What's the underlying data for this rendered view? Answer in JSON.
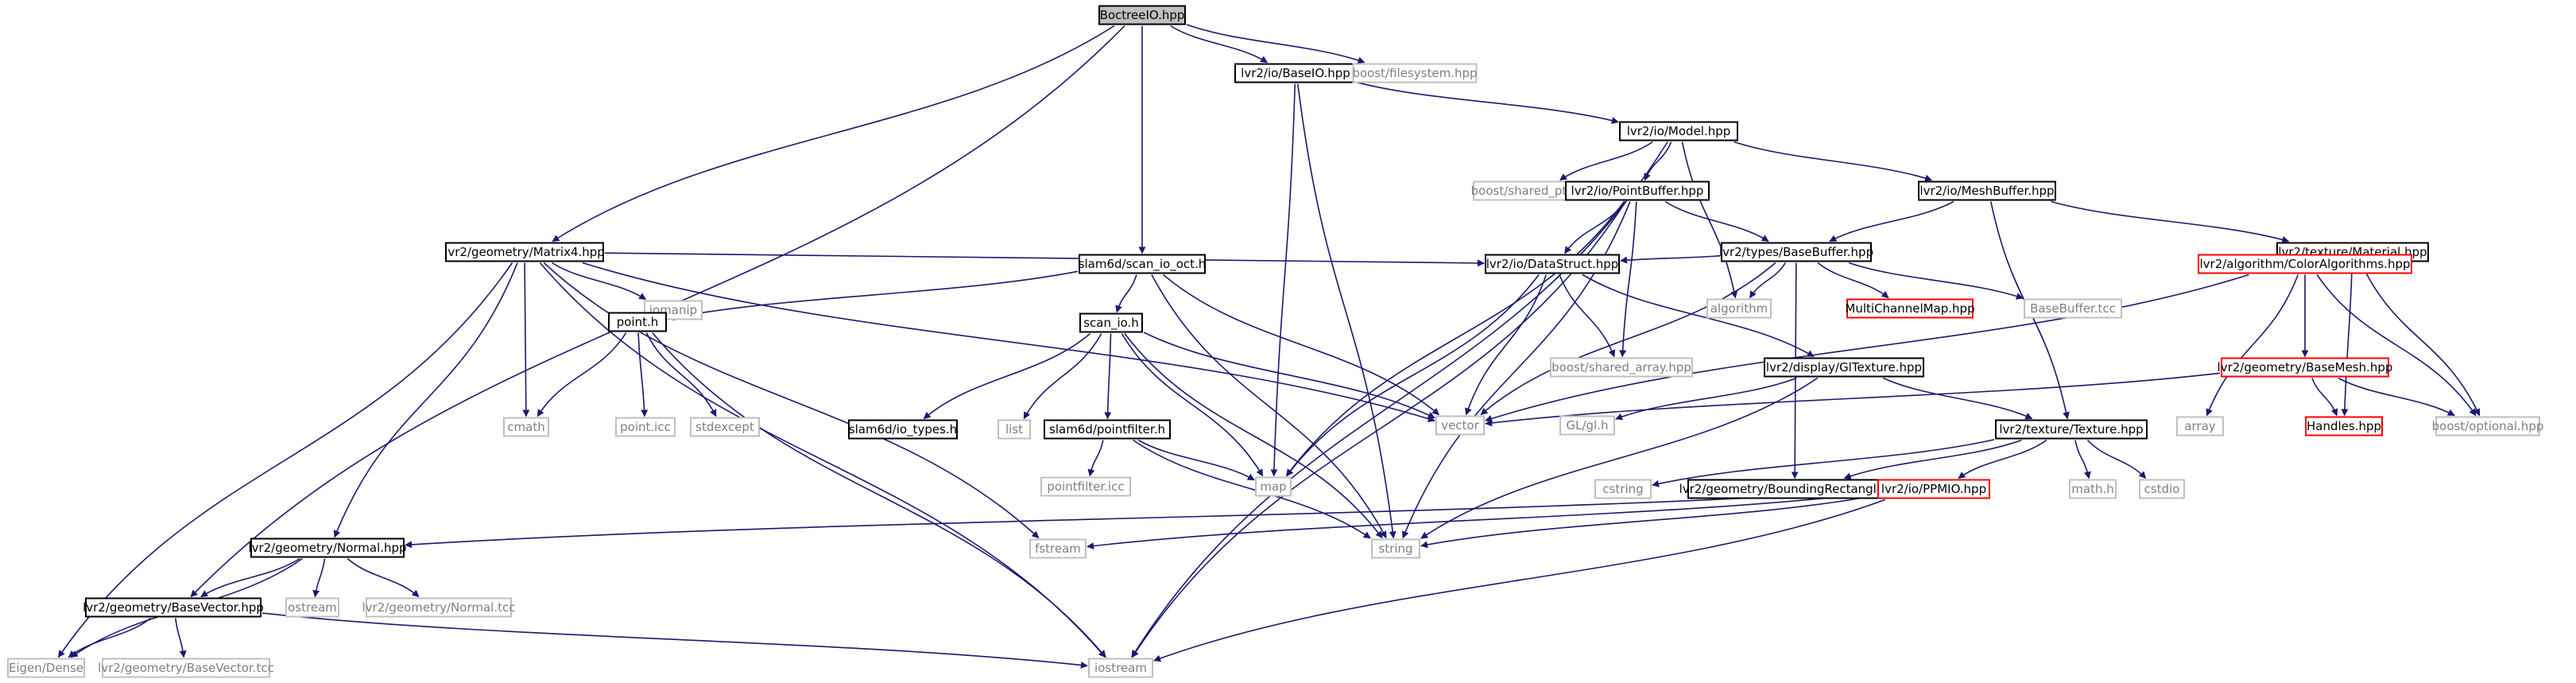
{
  "colors": {
    "edge": "#191970",
    "root_fill": "#bfbfbf",
    "root_stroke": "#000000",
    "local_stroke": "#000000",
    "system_stroke": "#bfbfbf",
    "incomplete_stroke": "#ff0000",
    "local_text": "#000000",
    "system_text": "#7f7f7f"
  },
  "nodes": [
    {
      "id": "boctree",
      "label": "BoctreeIO.hpp",
      "kind": "root"
    },
    {
      "id": "baseio",
      "label": "lvr2/io/BaseIO.hpp",
      "kind": "local"
    },
    {
      "id": "bfs",
      "label": "boost/filesystem.hpp",
      "kind": "system"
    },
    {
      "id": "model",
      "label": "lvr2/io/Model.hpp",
      "kind": "local"
    },
    {
      "id": "bsp",
      "label": "boost/shared_ptr.hpp",
      "kind": "system"
    },
    {
      "id": "pointbuf",
      "label": "lvr2/io/PointBuffer.hpp",
      "kind": "local"
    },
    {
      "id": "meshbuf",
      "label": "lvr2/io/MeshBuffer.hpp",
      "kind": "local"
    },
    {
      "id": "matrix4",
      "label": "lvr2/geometry/Matrix4.hpp",
      "kind": "local"
    },
    {
      "id": "basebuf",
      "label": "lvr2/types/BaseBuffer.hpp",
      "kind": "local"
    },
    {
      "id": "material",
      "label": "lvr2/texture/Material.hpp",
      "kind": "local"
    },
    {
      "id": "iomanip",
      "label": "iomanip",
      "kind": "system"
    },
    {
      "id": "scanoct",
      "label": "slam6d/scan_io_oct.h",
      "kind": "local"
    },
    {
      "id": "datastruct",
      "label": "lvr2/io/DataStruct.hpp",
      "kind": "local"
    },
    {
      "id": "algorithm",
      "label": "algorithm",
      "kind": "system"
    },
    {
      "id": "mcm",
      "label": "MultiChannelMap.hpp",
      "kind": "incomplete"
    },
    {
      "id": "bbtcc",
      "label": "BaseBuffer.tcc",
      "kind": "system"
    },
    {
      "id": "coloralg",
      "label": "lvr2/algorithm/ColorAlgorithms.hpp",
      "kind": "incomplete"
    },
    {
      "id": "pointh",
      "label": "point.h",
      "kind": "local"
    },
    {
      "id": "scanio",
      "label": "scan_io.h",
      "kind": "local"
    },
    {
      "id": "bsa",
      "label": "boost/shared_array.hpp",
      "kind": "system"
    },
    {
      "id": "gltex",
      "label": "lvr2/display/GlTexture.hpp",
      "kind": "local"
    },
    {
      "id": "basemesh",
      "label": "lvr2/geometry/BaseMesh.hpp",
      "kind": "incomplete"
    },
    {
      "id": "cmath",
      "label": "cmath",
      "kind": "system"
    },
    {
      "id": "pointicc",
      "label": "point.icc",
      "kind": "system"
    },
    {
      "id": "stdexcept",
      "label": "stdexcept",
      "kind": "system"
    },
    {
      "id": "iotypes",
      "label": "slam6d/io_types.h",
      "kind": "local"
    },
    {
      "id": "list",
      "label": "list",
      "kind": "system"
    },
    {
      "id": "pfilter",
      "label": "slam6d/pointfilter.h",
      "kind": "local"
    },
    {
      "id": "vector",
      "label": "vector",
      "kind": "system"
    },
    {
      "id": "glh",
      "label": "GL/gl.h",
      "kind": "system"
    },
    {
      "id": "texture",
      "label": "lvr2/texture/Texture.hpp",
      "kind": "local"
    },
    {
      "id": "array",
      "label": "array",
      "kind": "system"
    },
    {
      "id": "handles",
      "label": "Handles.hpp",
      "kind": "incomplete"
    },
    {
      "id": "boptional",
      "label": "boost/optional.hpp",
      "kind": "system"
    },
    {
      "id": "pficc",
      "label": "pointfilter.icc",
      "kind": "system"
    },
    {
      "id": "map",
      "label": "map",
      "kind": "system"
    },
    {
      "id": "cstring",
      "label": "cstring",
      "kind": "system"
    },
    {
      "id": "bbox",
      "label": "lvr2/geometry/BoundingRectangle.hpp",
      "kind": "local"
    },
    {
      "id": "ppmio",
      "label": "lvr2/io/PPMIO.hpp",
      "kind": "incomplete"
    },
    {
      "id": "mathh",
      "label": "math.h",
      "kind": "system"
    },
    {
      "id": "cstdio",
      "label": "cstdio",
      "kind": "system"
    },
    {
      "id": "normal",
      "label": "lvr2/geometry/Normal.hpp",
      "kind": "local"
    },
    {
      "id": "fstream",
      "label": "fstream",
      "kind": "system"
    },
    {
      "id": "string",
      "label": "string",
      "kind": "system"
    },
    {
      "id": "ostream",
      "label": "ostream",
      "kind": "system"
    },
    {
      "id": "normaltcc",
      "label": "lvr2/geometry/Normal.tcc",
      "kind": "system"
    },
    {
      "id": "basevec",
      "label": "lvr2/geometry/BaseVector.hpp",
      "kind": "local"
    },
    {
      "id": "eigen",
      "label": "Eigen/Dense",
      "kind": "system"
    },
    {
      "id": "basevectcc",
      "label": "lvr2/geometry/BaseVector.tcc",
      "kind": "system"
    },
    {
      "id": "iostream",
      "label": "iostream",
      "kind": "system"
    }
  ],
  "edges": [
    [
      "boctree",
      "baseio"
    ],
    [
      "boctree",
      "bfs"
    ],
    [
      "boctree",
      "matrix4"
    ],
    [
      "boctree",
      "scanoct"
    ],
    [
      "boctree",
      "basevec"
    ],
    [
      "baseio",
      "model"
    ],
    [
      "baseio",
      "map"
    ],
    [
      "baseio",
      "string"
    ],
    [
      "model",
      "bsp"
    ],
    [
      "model",
      "pointbuf"
    ],
    [
      "model",
      "meshbuf"
    ],
    [
      "model",
      "algorithm"
    ],
    [
      "model",
      "iostream"
    ],
    [
      "pointbuf",
      "basebuf"
    ],
    [
      "pointbuf",
      "datastruct"
    ],
    [
      "pointbuf",
      "bsa"
    ],
    [
      "pointbuf",
      "map"
    ],
    [
      "pointbuf",
      "string"
    ],
    [
      "pointbuf",
      "iostream"
    ],
    [
      "meshbuf",
      "basebuf"
    ],
    [
      "meshbuf",
      "material"
    ],
    [
      "meshbuf",
      "texture"
    ],
    [
      "basebuf",
      "datastruct"
    ],
    [
      "basebuf",
      "algorithm"
    ],
    [
      "basebuf",
      "mcm"
    ],
    [
      "basebuf",
      "bbtcc"
    ],
    [
      "basebuf",
      "vector"
    ],
    [
      "basebuf",
      "bbox"
    ],
    [
      "material",
      "coloralg"
    ],
    [
      "material",
      "handles"
    ],
    [
      "material",
      "boptional"
    ],
    [
      "coloralg",
      "basemesh"
    ],
    [
      "coloralg",
      "array"
    ],
    [
      "coloralg",
      "boptional"
    ],
    [
      "coloralg",
      "vector"
    ],
    [
      "basemesh",
      "handles"
    ],
    [
      "basemesh",
      "boptional"
    ],
    [
      "basemesh",
      "vector"
    ],
    [
      "matrix4",
      "datastruct"
    ],
    [
      "matrix4",
      "iomanip"
    ],
    [
      "matrix4",
      "vector"
    ],
    [
      "matrix4",
      "cmath"
    ],
    [
      "matrix4",
      "normal"
    ],
    [
      "matrix4",
      "fstream"
    ],
    [
      "matrix4",
      "iostream"
    ],
    [
      "matrix4",
      "eigen"
    ],
    [
      "datastruct",
      "bsa"
    ],
    [
      "datastruct",
      "gltex"
    ],
    [
      "datastruct",
      "vector"
    ],
    [
      "datastruct",
      "map"
    ],
    [
      "gltex",
      "texture"
    ],
    [
      "gltex",
      "glh"
    ],
    [
      "gltex",
      "string"
    ],
    [
      "texture",
      "bbox"
    ],
    [
      "texture",
      "ppmio"
    ],
    [
      "texture",
      "mathh"
    ],
    [
      "texture",
      "cstdio"
    ],
    [
      "texture",
      "cstring"
    ],
    [
      "ppmio",
      "normal"
    ],
    [
      "ppmio",
      "string"
    ],
    [
      "ppmio",
      "fstream"
    ],
    [
      "ppmio",
      "iostream"
    ],
    [
      "scanoct",
      "pointh"
    ],
    [
      "scanoct",
      "scanio"
    ],
    [
      "scanoct",
      "vector"
    ],
    [
      "scanoct",
      "string"
    ],
    [
      "pointh",
      "cmath"
    ],
    [
      "pointh",
      "pointicc"
    ],
    [
      "pointh",
      "stdexcept"
    ],
    [
      "pointh",
      "iostream"
    ],
    [
      "scanio",
      "iotypes"
    ],
    [
      "scanio",
      "list"
    ],
    [
      "scanio",
      "pfilter"
    ],
    [
      "scanio",
      "vector"
    ],
    [
      "scanio",
      "map"
    ],
    [
      "scanio",
      "string"
    ],
    [
      "pfilter",
      "pficc"
    ],
    [
      "pfilter",
      "map"
    ],
    [
      "pfilter",
      "string"
    ],
    [
      "normal",
      "basevec"
    ],
    [
      "normal",
      "ostream"
    ],
    [
      "normal",
      "normaltcc"
    ],
    [
      "normal",
      "eigen"
    ],
    [
      "basevec",
      "eigen"
    ],
    [
      "basevec",
      "basevectcc"
    ],
    [
      "basevec",
      "iostream"
    ]
  ]
}
